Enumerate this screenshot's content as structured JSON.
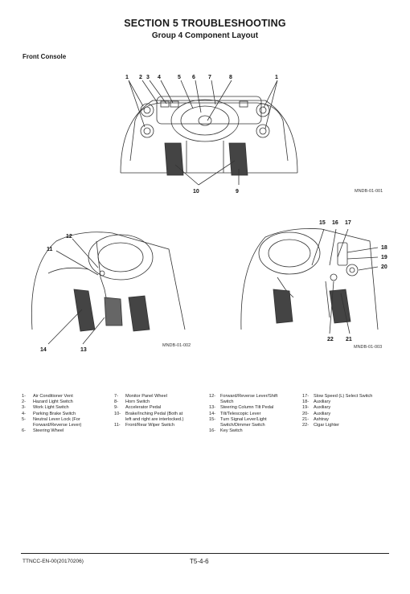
{
  "header": {
    "section_title": "SECTION 5 TROUBLESHOOTING",
    "group_title": "Group 4 Component Layout"
  },
  "section_label": "Front Console",
  "figures": [
    {
      "caption": "MNDB-01-001",
      "callouts": [
        "1",
        "2",
        "3",
        "4",
        "5",
        "6",
        "7",
        "8",
        "1",
        "10",
        "9"
      ]
    },
    {
      "caption": "MNDB-01-002",
      "callouts": [
        "12",
        "11",
        "14",
        "13"
      ]
    },
    {
      "caption": "MNDB-01-003",
      "callouts": [
        "15",
        "16",
        "17",
        "18",
        "19",
        "20",
        "22",
        "21"
      ]
    }
  ],
  "legend": [
    [
      {
        "num": "1-",
        "text": "Air Conditioner Vent"
      },
      {
        "num": "2-",
        "text": "Hazard Light Switch"
      },
      {
        "num": "3-",
        "text": "Work Light Switch"
      },
      {
        "num": "4-",
        "text": "Parking Brake Switch"
      },
      {
        "num": "5-",
        "text": "Neutral Lever Lock (For"
      },
      {
        "num": "",
        "text": "Forward/Reverse Lever)"
      },
      {
        "num": "6-",
        "text": "Steering Wheel"
      }
    ],
    [
      {
        "num": "7-",
        "text": "Monitor Panel Wheel"
      },
      {
        "num": "8-",
        "text": "Horn Switch"
      },
      {
        "num": "9-",
        "text": "Accelerator Pedal"
      },
      {
        "num": "10-",
        "text": "Brake/Inching Pedal (Both at"
      },
      {
        "num": "",
        "text": "left and right are interlocked.)"
      },
      {
        "num": "11-",
        "text": "Front/Rear Wiper Switch"
      }
    ],
    [
      {
        "num": "12-",
        "text": "Forward/Reverse Lever/Shift"
      },
      {
        "num": "",
        "text": "Switch"
      },
      {
        "num": "13-",
        "text": "Steering Column Tilt Pedal"
      },
      {
        "num": "14-",
        "text": "Tilt/Telescopic Lever"
      },
      {
        "num": "15-",
        "text": "Turn Signal Lever/Light"
      },
      {
        "num": "",
        "text": "Switch/Dimmer Switch"
      },
      {
        "num": "16-",
        "text": "Key Switch"
      }
    ],
    [
      {
        "num": "17-",
        "text": "Slow Speed (L) Select Switch"
      },
      {
        "num": "18-",
        "text": "Auxiliary"
      },
      {
        "num": "19-",
        "text": "Auxiliary"
      },
      {
        "num": "20-",
        "text": "Auxiliary"
      },
      {
        "num": "21-",
        "text": "Ashtray"
      },
      {
        "num": "22-",
        "text": "Cigar Lighter"
      }
    ]
  ],
  "footer": {
    "doc_code": "TTNCC-EN-00(20170206)",
    "page_number": "T5-4-6"
  }
}
